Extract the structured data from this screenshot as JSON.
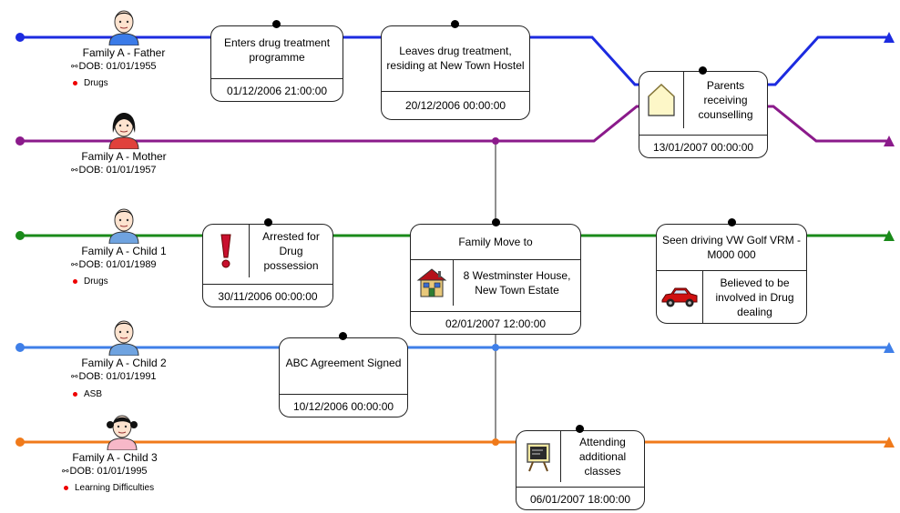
{
  "entities": [
    {
      "name": "Family A - Father",
      "dob": "DOB: 01/01/1955",
      "tag": "Drugs",
      "color": "#1c2be0",
      "shirt": "#3b7be8",
      "gender": "male"
    },
    {
      "name": "Family A - Mother",
      "dob": "DOB: 01/01/1957",
      "tag": "",
      "color": "#8b1a8b",
      "shirt": "#e0413c",
      "gender": "female"
    },
    {
      "name": "Family A - Child 1",
      "dob": "DOB: 01/01/1989",
      "tag": "Drugs",
      "color": "#1a8a1a",
      "shirt": "#6fa3e0",
      "gender": "male"
    },
    {
      "name": "Family A - Child 2",
      "dob": "DOB: 01/01/1991",
      "tag": "ASB",
      "color": "#3f7fe8",
      "shirt": "#6fa3e0",
      "gender": "male"
    },
    {
      "name": "Family A - Child 3",
      "dob": "DOB: 01/01/1995",
      "tag": "Learning Difficulties",
      "color": "#f07a1a",
      "shirt": "#f7b8c8",
      "gender": "girl"
    }
  ],
  "events": {
    "drug_treatment": {
      "title": "Enters drug treatment programme",
      "date": "01/12/2006 21:00:00"
    },
    "leaves_treatment": {
      "title": "Leaves drug treatment, residing at New Town Hostel",
      "date": "20/12/2006 00:00:00"
    },
    "counselling": {
      "title": "Parents receiving counselling",
      "date": "13/01/2007 00:00:00",
      "icon": "house-icon"
    },
    "arrested": {
      "title": "Arrested for Drug possession",
      "date": "30/11/2006 00:00:00",
      "icon": "exclamation-icon"
    },
    "family_move": {
      "title": "Family Move to",
      "detail": "8 Westminster House, New Town Estate",
      "date": "02/01/2007 12:00:00",
      "icon": "house-icon"
    },
    "vw_golf": {
      "title": "Seen driving VW Golf VRM - M000 000",
      "detail": "Believed to be involved in Drug dealing",
      "icon": "car-icon"
    },
    "abc_agreement": {
      "title": "ABC Agreement Signed",
      "date": "10/12/2006 00:00:00"
    },
    "classes": {
      "title": "Attending additional classes",
      "date": "06/01/2007 18:00:00",
      "icon": "blackboard-icon"
    }
  }
}
